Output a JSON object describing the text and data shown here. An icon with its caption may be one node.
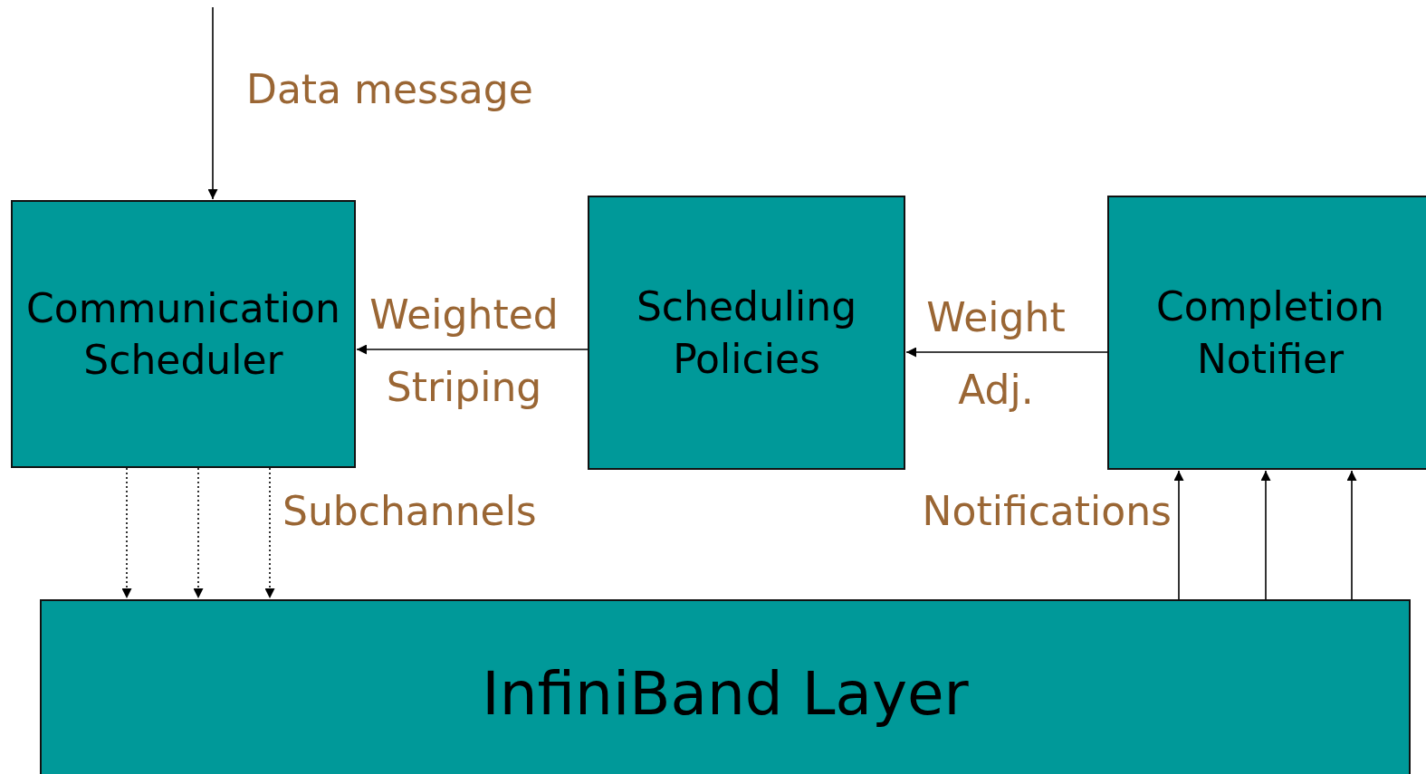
{
  "diagram": {
    "nodes": [
      {
        "text": [
          "Communication Scheduler"
        ]
      },
      {
        "text": [
          "Scheduling Policies"
        ]
      },
      {
        "text": [
          "Completion Notifier"
        ]
      },
      {
        "text": [
          "InfiniBand Layer"
        ]
      }
    ],
    "edges": [
      {
        "from": null,
        "to": 0,
        "arrow": "to",
        "label": "Data message"
      },
      {
        "from": 1,
        "to": 0,
        "arrow": "to",
        "label": "Weighted Striping"
      },
      {
        "from": 2,
        "to": 1,
        "arrow": "to",
        "label": "Weight Adj."
      },
      {
        "from": 0,
        "to": 3,
        "arrow": "to",
        "style": "dashed"
      },
      {
        "from": 0,
        "to": 3,
        "arrow": "to",
        "style": "dashed"
      },
      {
        "from": 0,
        "to": 3,
        "arrow": "to",
        "style": "dashed",
        "label": "Subchannels"
      },
      {
        "from": 3,
        "to": 2,
        "arrow": "to",
        "label": "Notifications"
      },
      {
        "from": 3,
        "to": 2,
        "arrow": "to"
      },
      {
        "from": 3,
        "to": 2,
        "arrow": "to"
      }
    ]
  }
}
